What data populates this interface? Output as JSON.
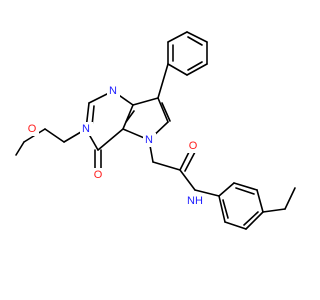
{
  "molecule": {
    "atoms": [
      {
        "id": "N1",
        "label": "N",
        "color": "#2020ff"
      },
      {
        "id": "N3",
        "label": "N",
        "color": "#2020ff"
      },
      {
        "id": "N5",
        "label": "N",
        "color": "#2020ff"
      },
      {
        "id": "O4",
        "label": "O",
        "color": "#ff2020"
      },
      {
        "id": "O6",
        "label": "O",
        "color": "#ff2020"
      },
      {
        "id": "NH7",
        "label": "NH",
        "color": "#2020ff"
      },
      {
        "id": "Ome",
        "label": "O",
        "color": "#ff2020"
      }
    ]
  }
}
